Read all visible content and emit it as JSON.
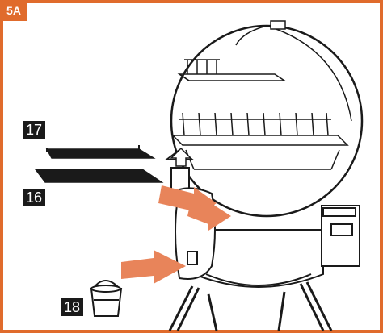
{
  "step": {
    "label": "5A"
  },
  "parts": [
    {
      "id": "upper-rack",
      "number": "17"
    },
    {
      "id": "grill-grate",
      "number": "16"
    },
    {
      "id": "grease-bucket",
      "number": "18"
    }
  ],
  "colors": {
    "accent": "#e06b2c",
    "arrow": "#e8845a",
    "line": "#1a1a1a"
  }
}
